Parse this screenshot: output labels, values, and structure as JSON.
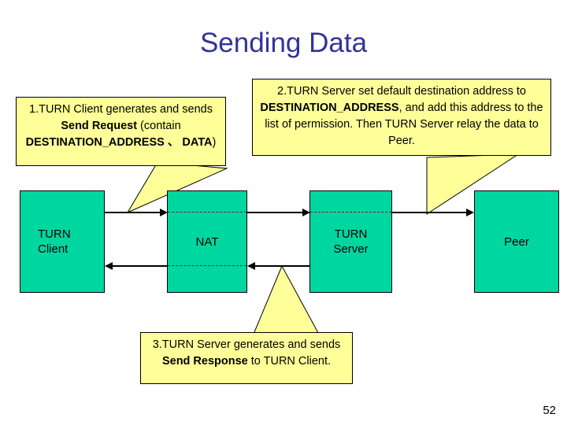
{
  "slide": {
    "title": "Sending Data",
    "page_number": "52",
    "colors": {
      "title": "#333399",
      "node_fill": "#00D6A0",
      "callout_fill": "#FFFF99",
      "outline": "#000000",
      "dashed_line": "#7A1F1F"
    }
  },
  "nodes": [
    {
      "id": "turn-client",
      "label_line1": "TURN",
      "label_line2": "Client",
      "align": "left"
    },
    {
      "id": "nat",
      "label_line1": "NAT",
      "label_line2": "",
      "align": "center"
    },
    {
      "id": "turn-server",
      "label_line1": "TURN",
      "label_line2": "Server",
      "align": "center"
    },
    {
      "id": "peer",
      "label_line1": "Peer",
      "label_line2": "",
      "align": "center"
    }
  ],
  "callouts": [
    {
      "id": "step-1",
      "number": "1.",
      "text_plain": "1.TURN Client generates and sends Send Request (contain DESTINATION_ADDRESS 、 DATA)",
      "seg1": "1.TURN Client generates and sends ",
      "seg2_bold": "Send Request",
      "seg3": " (contain ",
      "seg4_bold": "DESTINATION_ADDRESS 、 DATA",
      "seg5": ")"
    },
    {
      "id": "step-2",
      "number": "2.",
      "text_plain": "2.TURN Server set default destination address to DESTINATION_ADDRESS, and add this address to the list of permission. Then TURN Server relay the data to Peer.",
      "seg1": "2.TURN Server set default destination address to ",
      "seg2_bold": "DESTINATION_ADDRESS",
      "seg3": ", and add this address to the list of permission. Then TURN Server relay the data to Peer.",
      "seg4_bold": "",
      "seg5": ""
    },
    {
      "id": "step-3",
      "number": "3.",
      "text_plain": "3.TURN Server generates and sends Send Response to TURN Client.",
      "seg1": "3.TURN Server generates and sends ",
      "seg2_bold": "Send Response",
      "seg3": " to TURN Client.",
      "seg4_bold": "",
      "seg5": ""
    }
  ],
  "connectors": [
    {
      "id": "client-to-nat",
      "style": "solid",
      "direction": "right"
    },
    {
      "id": "through-nat-out",
      "style": "dashed",
      "direction": "right"
    },
    {
      "id": "nat-to-server",
      "style": "solid",
      "direction": "right"
    },
    {
      "id": "through-server-out",
      "style": "dashed",
      "direction": "right"
    },
    {
      "id": "server-to-peer",
      "style": "solid",
      "direction": "right"
    },
    {
      "id": "server-to-nat",
      "style": "solid",
      "direction": "left"
    },
    {
      "id": "through-nat-back",
      "style": "dashed",
      "direction": "left"
    },
    {
      "id": "nat-to-client",
      "style": "solid",
      "direction": "left"
    }
  ]
}
